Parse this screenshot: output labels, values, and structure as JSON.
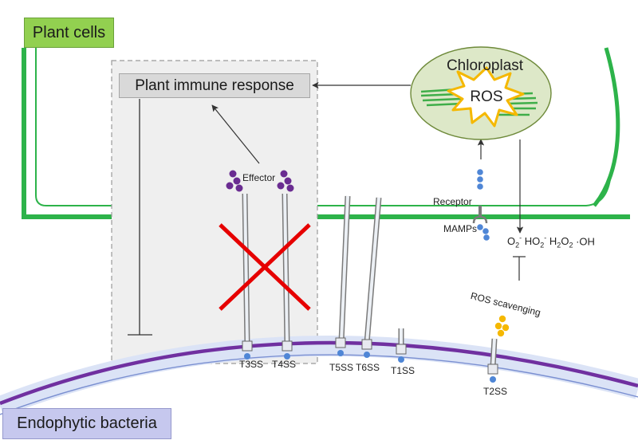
{
  "labels": {
    "plant_cells": "Plant cells",
    "endophytic_bacteria": "Endophytic bacteria",
    "plant_immune_response": "Plant immune response",
    "chloroplast": "Chloroplast",
    "ros": "ROS",
    "effector": "Effector",
    "receptor": "Receptor",
    "mamps": "MAMPs",
    "ros_scavenging": "ROS scavenging"
  },
  "ros_species": {
    "o2": "O",
    "o2_sub": "2",
    "o2_sup": "-",
    "ho2": "HO",
    "ho2_sub": "2",
    "ho2_sup": "-",
    "h2o2_h": "H",
    "h2o2_h_sub": "2",
    "h2o2_o": "O",
    "h2o2_o_sub": "2",
    "oh": "·OH"
  },
  "secretion_systems": [
    "T3SS",
    "T4SS",
    "T5SS",
    "T6SS",
    "T1SS",
    "T2SS"
  ],
  "colors": {
    "plant_membrane": "#2db34a",
    "bacteria_membrane": "#7030a0",
    "bacteria_halo": "#dbe3f6",
    "inhibition_cross": "#e60000",
    "effector": "#6a2c91",
    "mamps": "#4f86d6",
    "scavenger": "#f5b800",
    "chloroplast_fill": "#dde8c8",
    "ros_burst": "#f5b800"
  }
}
